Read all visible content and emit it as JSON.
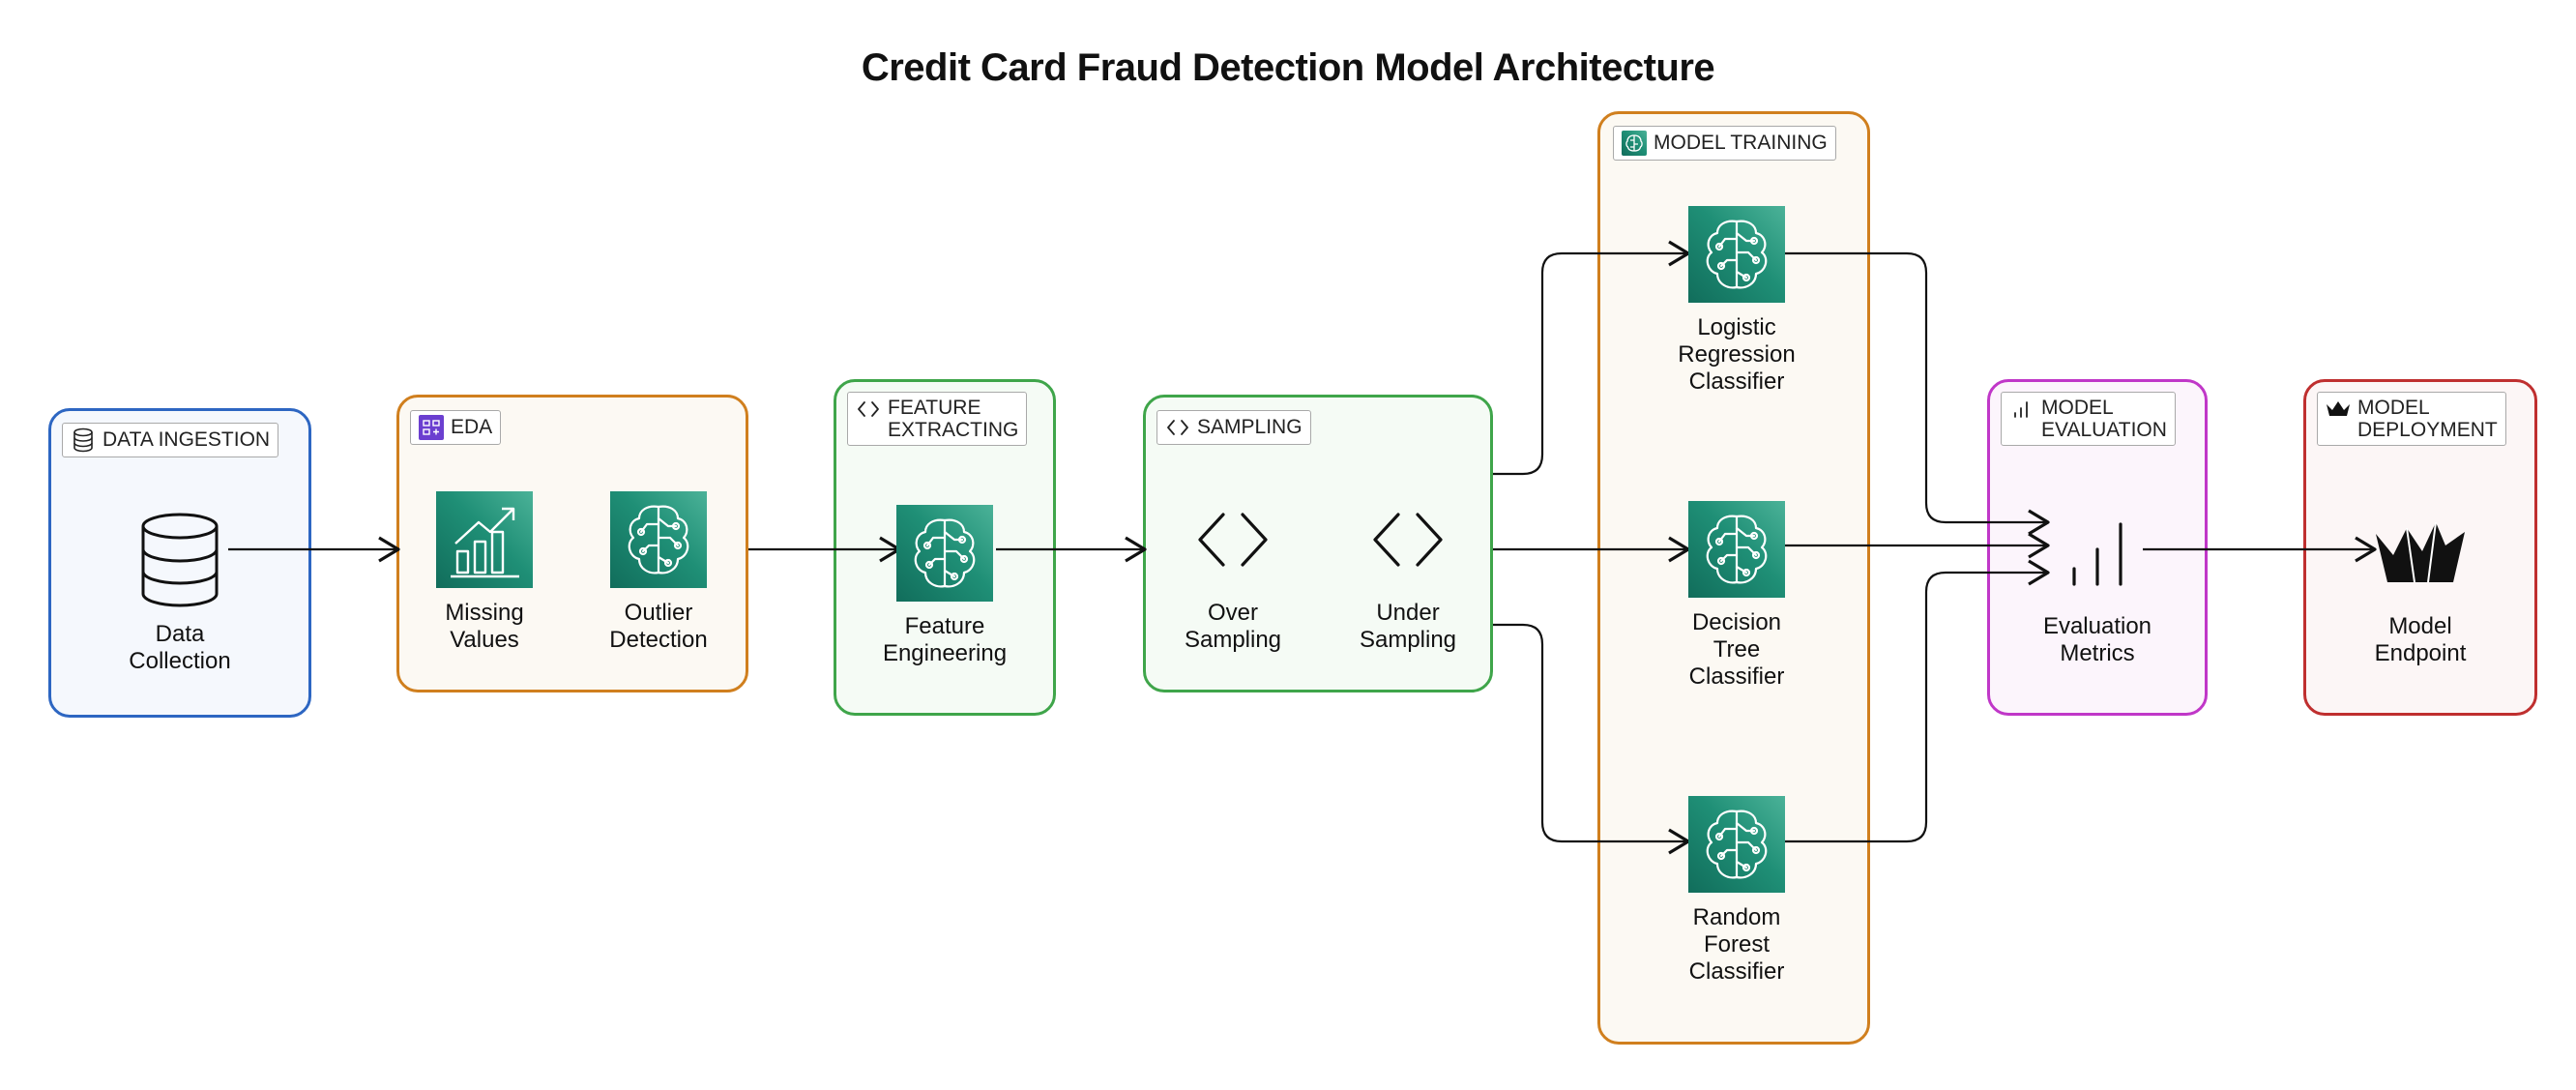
{
  "title": "Credit Card Fraud Detection Model Architecture",
  "colors": {
    "ingestion_border": "#2d66c2",
    "eda_border": "#d07f1e",
    "feature_border": "#3fa54a",
    "sampling_border": "#3fa54a",
    "training_border": "#d07f1e",
    "evaluation_border": "#c037c8",
    "deployment_border": "#bf2f2f",
    "ml_icon_fill": "#1a8068",
    "eda_tag_icon": "#6b3fd0"
  },
  "groups": {
    "ingestion": {
      "label": "DATA INGESTION",
      "icon": "database-icon"
    },
    "eda": {
      "label": "EDA",
      "icon": "eda-icon"
    },
    "feature": {
      "label_line1": "FEATURE",
      "label_line2": "EXTRACTING",
      "icon": "code-brackets-icon"
    },
    "sampling": {
      "label": "SAMPLING",
      "icon": "code-brackets-icon"
    },
    "training": {
      "label": "MODEL TRAINING",
      "icon": "brain-chip-icon"
    },
    "evaluation": {
      "label_line1": "MODEL",
      "label_line2": "EVALUATION",
      "icon": "bar-chart-icon"
    },
    "deployment": {
      "label_line1": "MODEL",
      "label_line2": "DEPLOYMENT",
      "icon": "crown-icon"
    }
  },
  "nodes": {
    "data_collection": {
      "lines": [
        "Data",
        "Collection"
      ],
      "icon": "database-icon"
    },
    "missing_values": {
      "lines": [
        "Missing",
        "Values"
      ],
      "icon": "growth-chart-icon"
    },
    "outlier_detection": {
      "lines": [
        "Outlier",
        "Detection"
      ],
      "icon": "brain-chip-icon"
    },
    "feature_engineering": {
      "lines": [
        "Feature",
        "Engineering"
      ],
      "icon": "brain-chip-icon"
    },
    "over_sampling": {
      "lines": [
        "Over",
        "Sampling"
      ],
      "icon": "code-brackets-icon"
    },
    "under_sampling": {
      "lines": [
        "Under",
        "Sampling"
      ],
      "icon": "code-brackets-icon"
    },
    "logistic_regression": {
      "lines": [
        "Logistic",
        "Regression",
        "Classifier"
      ],
      "icon": "brain-chip-icon"
    },
    "decision_tree": {
      "lines": [
        "Decision",
        "Tree",
        "Classifier"
      ],
      "icon": "brain-chip-icon"
    },
    "random_forest": {
      "lines": [
        "Random",
        "Forest",
        "Classifier"
      ],
      "icon": "brain-chip-icon"
    },
    "evaluation_metrics": {
      "lines": [
        "Evaluation",
        "Metrics"
      ],
      "icon": "bar-chart-icon"
    },
    "model_endpoint": {
      "lines": [
        "Model",
        "Endpoint"
      ],
      "icon": "crown-icon"
    }
  }
}
